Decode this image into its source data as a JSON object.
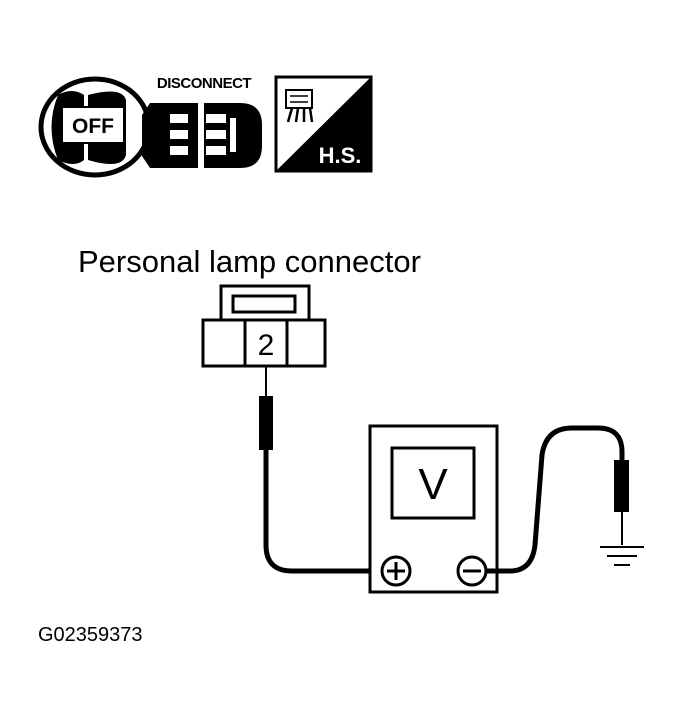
{
  "icons": {
    "ignition": {
      "name": "ignition-key-icon",
      "label": "OFF"
    },
    "disconnect": {
      "name": "disconnect-connector-icon",
      "label": "DISCONNECT"
    },
    "harness_side": {
      "name": "harness-side-icon",
      "label": "H.S."
    }
  },
  "connector": {
    "title": "Personal lamp connector",
    "terminal": "2"
  },
  "meter": {
    "display": "V",
    "positive_symbol": "+",
    "negative_symbol": "−"
  },
  "figure_id": "G02359373"
}
